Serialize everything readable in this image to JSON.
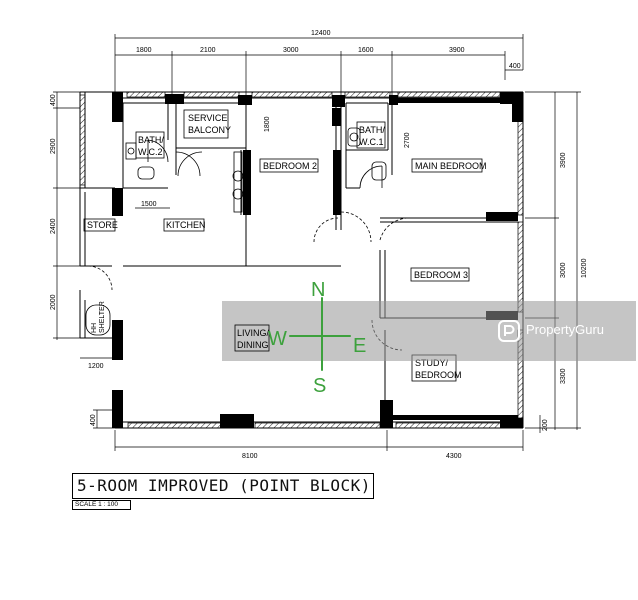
{
  "plan": {
    "title": "5-ROOM IMPROVED (POINT BLOCK)",
    "scale": "SCALE 1 : 100",
    "rooms": {
      "service_balcony": [
        "SERVICE",
        "BALCONY"
      ],
      "bath_wc2": [
        "BATH/",
        "W.C.2"
      ],
      "bath_wc1": [
        "BATH/",
        "W.C.1"
      ],
      "bedroom2": "BEDROOM 2",
      "main_bedroom": "MAIN BEDROOM",
      "store": "STORE",
      "kitchen": "KITCHEN",
      "bedroom3": "BEDROOM 3",
      "living_dining": [
        "LIVING/",
        "DINING"
      ],
      "study_bedroom": [
        "STUDY/",
        "BEDROOM"
      ],
      "hh_shelter": [
        "HH",
        "SHELTER"
      ]
    },
    "dimensions": {
      "top_total": "12400",
      "top_segments": [
        "1800",
        "2100",
        "3000",
        "1600",
        "3900"
      ],
      "top_right_small": "400",
      "left_segments": [
        "400",
        "2900",
        "2400",
        "2000"
      ],
      "left_bottom_small": "400",
      "left_1200": "1200",
      "kitchen_1500": "1500",
      "interior_1800": "1800",
      "interior_2700": "2700",
      "right_segments": [
        "3900",
        "3000",
        "3300"
      ],
      "right_total": "10200",
      "right_bottom_small": "200",
      "bottom_segments": [
        "8100",
        "4300"
      ]
    },
    "compass": {
      "north": "N",
      "south": "S",
      "east": "E",
      "west": "W",
      "color": "#3da13d"
    },
    "watermark": {
      "brand": "PropertyGuru",
      "color": "#ffffff"
    }
  }
}
